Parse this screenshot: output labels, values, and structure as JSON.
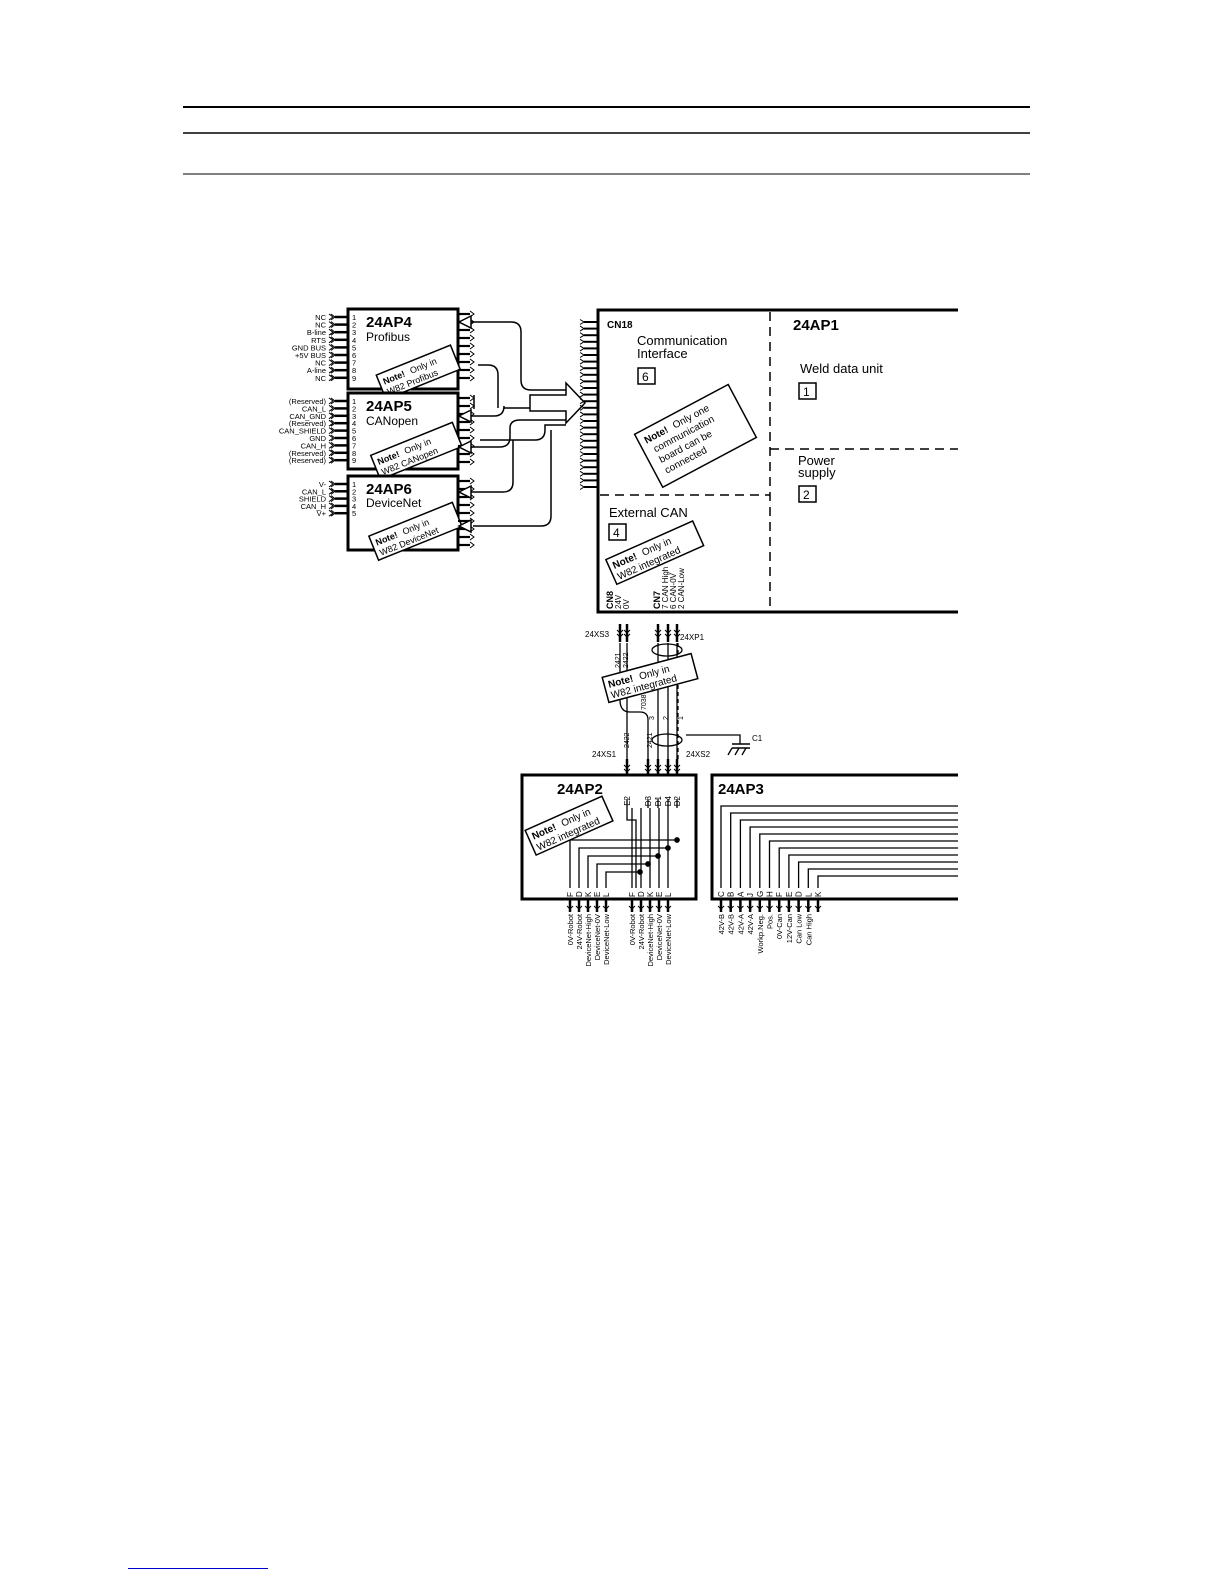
{
  "modules": {
    "ap4": {
      "id": "24AP4",
      "name": "Profibus",
      "note_bold": "Note!",
      "note_text": "Only in",
      "note_text2": "W82 Profibus",
      "pins": [
        {
          "n": "1",
          "sig": "NC"
        },
        {
          "n": "2",
          "sig": "NC"
        },
        {
          "n": "3",
          "sig": "B-line"
        },
        {
          "n": "4",
          "sig": "RTS"
        },
        {
          "n": "5",
          "sig": "GND BUS"
        },
        {
          "n": "6",
          "sig": "+5V BUS"
        },
        {
          "n": "7",
          "sig": "NC"
        },
        {
          "n": "8",
          "sig": "A-line"
        },
        {
          "n": "9",
          "sig": "NC"
        }
      ]
    },
    "ap5": {
      "id": "24AP5",
      "name": "CANopen",
      "note_bold": "Note!",
      "note_text": "Only in",
      "note_text2": "W82 CANopen",
      "pins": [
        {
          "n": "1",
          "sig": "(Reserved)"
        },
        {
          "n": "2",
          "sig": "CAN_L"
        },
        {
          "n": "3",
          "sig": "CAN_GND"
        },
        {
          "n": "4",
          "sig": "(Reserved)"
        },
        {
          "n": "5",
          "sig": "CAN_SHIELD"
        },
        {
          "n": "6",
          "sig": "GND"
        },
        {
          "n": "7",
          "sig": "CAN_H"
        },
        {
          "n": "8",
          "sig": "(Reserved)"
        },
        {
          "n": "9",
          "sig": "(Reserved)"
        }
      ]
    },
    "ap6": {
      "id": "24AP6",
      "name": "DeviceNet",
      "note_bold": "Note!",
      "note_text": "Only in",
      "note_text2": "W82 DeviceNet",
      "pins": [
        {
          "n": "1",
          "sig": "V-"
        },
        {
          "n": "2",
          "sig": "CAN_L"
        },
        {
          "n": "3",
          "sig": "SHIELD"
        },
        {
          "n": "4",
          "sig": "CAN_H"
        },
        {
          "n": "5",
          "sig": "V+"
        }
      ]
    },
    "ap1": {
      "id": "24AP1",
      "connector": "CN18",
      "comm": {
        "line1": "Communication",
        "line2": "Interface",
        "num": "6"
      },
      "weld": {
        "label": "Weld data unit",
        "num": "1"
      },
      "power": {
        "line1": "Power",
        "line2": "supply",
        "num": "2"
      },
      "extcan": {
        "label": "External CAN",
        "num": "4"
      },
      "note_comm": {
        "bold": "Note!",
        "l1": "Only one",
        "l2": "communication",
        "l3": "board can be",
        "l4": "connected"
      },
      "note_ext": {
        "bold": "Note!",
        "l1": "Only in",
        "l2": "W82 integrated"
      },
      "cn8": {
        "label": "CN8",
        "p1": "24V",
        "p2": "0V"
      },
      "cn7": {
        "label": "CN7",
        "p1": "7 CAN High",
        "p2": "6 CAN-0V",
        "p3": "2 CAN-Low"
      }
    },
    "ap2": {
      "id": "24AP2",
      "note_bold": "Note!",
      "note_l1": "Only in",
      "note_l2": "W82 integrated",
      "top_pins": [
        "E2",
        "D3",
        "D1",
        "D4",
        "D2"
      ],
      "bottom_left": [
        {
          "p": "F",
          "sig": "0V-Robot"
        },
        {
          "p": "D",
          "sig": "24V-Robot"
        },
        {
          "p": "K",
          "sig": "DeviceNet-High"
        },
        {
          "p": "E",
          "sig": "DeviceNet-0V"
        },
        {
          "p": "L",
          "sig": "DeviceNet-Low"
        }
      ],
      "bottom_right": [
        {
          "p": "F",
          "sig": "0V-Robot"
        },
        {
          "p": "D",
          "sig": "24V-Robot"
        },
        {
          "p": "K",
          "sig": "DeviceNet-High"
        },
        {
          "p": "E",
          "sig": "DeviceNet-0V"
        },
        {
          "p": "L",
          "sig": "DeviceNet-Low"
        }
      ]
    },
    "ap3": {
      "id": "24AP3",
      "bottom": [
        {
          "p": "C",
          "sig": "42V-B"
        },
        {
          "p": "B",
          "sig": "42V-B"
        },
        {
          "p": "A",
          "sig": "42V-A"
        },
        {
          "p": "J",
          "sig": "42V-A"
        },
        {
          "p": "G",
          "sig": "Workp.Neg."
        },
        {
          "p": "H",
          "sig": "Pos."
        },
        {
          "p": "F",
          "sig": "0V-Can"
        },
        {
          "p": "E",
          "sig": "12V-Can"
        },
        {
          "p": "D",
          "sig": "Can Low"
        },
        {
          "p": "L",
          "sig": "Can High"
        },
        {
          "p": "K",
          "sig": ""
        }
      ]
    }
  },
  "connectors": {
    "xs3": "24XS3",
    "xp1": "24XP1",
    "xs1": "24XS1",
    "xs2": "24XS2",
    "c1": "C1"
  },
  "wires": {
    "w2421": "2421",
    "w2422": "2422",
    "w7038": "7038",
    "w1": "1",
    "w2": "2",
    "w3": "3",
    "w2422b": "2422",
    "w2421b": "2421"
  },
  "middle_note": {
    "bold": "Note!",
    "l1": "Only in",
    "l2": "W82 integrated"
  }
}
